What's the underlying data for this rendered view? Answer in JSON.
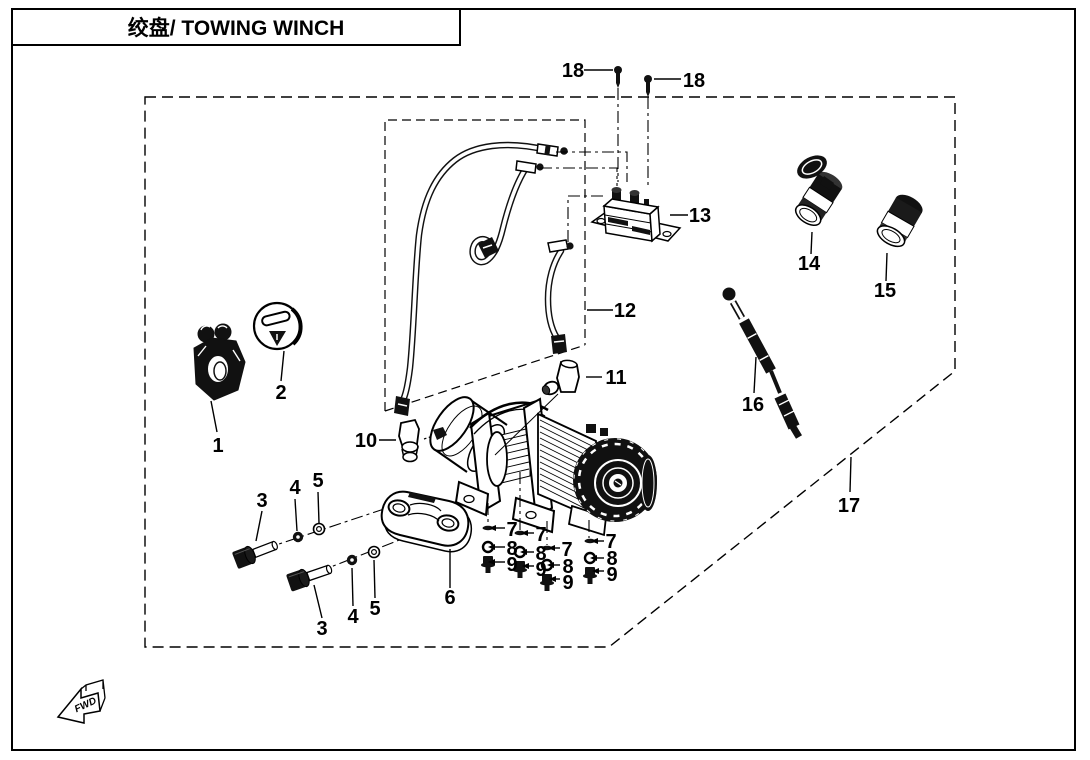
{
  "title": "绞盘/ TOWING WINCH",
  "fwd_label": "FWD",
  "colors": {
    "ink": "#000000",
    "paper": "#ffffff"
  },
  "parts": {
    "p1": "1",
    "p2": "2",
    "p3": "3",
    "p4": "4",
    "p5": "5",
    "p6": "6",
    "p7": "7",
    "p8": "8",
    "p9": "9",
    "p10": "10",
    "p11": "11",
    "p12": "12",
    "p13": "13",
    "p14": "14",
    "p15": "15",
    "p16": "16",
    "p17": "17",
    "p18": "18"
  }
}
